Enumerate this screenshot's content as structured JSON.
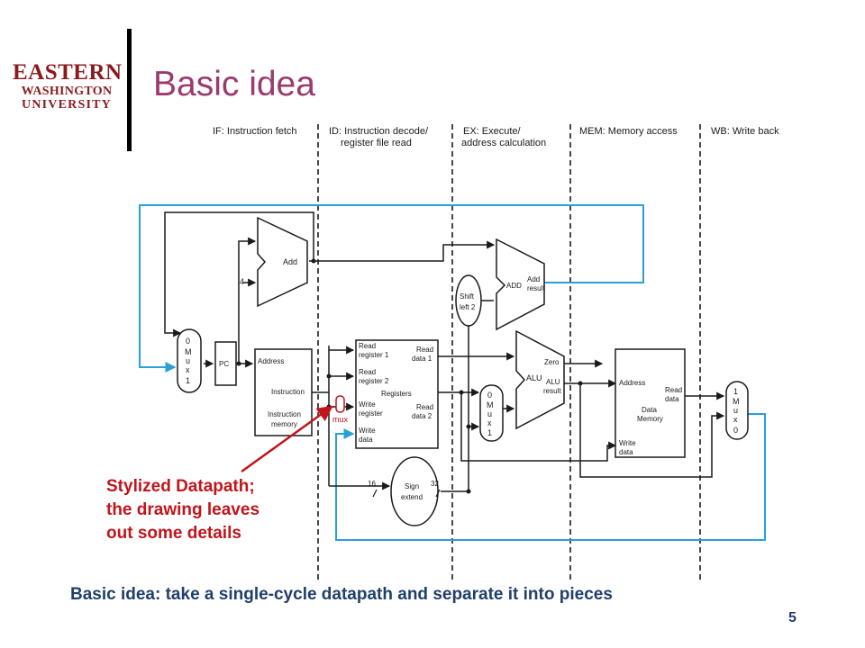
{
  "logo": {
    "line1": "EASTERN",
    "line2": "WASHINGTON",
    "line3": "UNIVERSITY"
  },
  "slide": {
    "title": "Basic idea",
    "page_number": "5"
  },
  "stages": [
    {
      "line1": "IF: Instruction fetch",
      "line2": ""
    },
    {
      "line1": "ID: Instruction decode/",
      "line2": "register file read"
    },
    {
      "line1": "EX: Execute/",
      "line2": "address calculation"
    },
    {
      "line1": "MEM: Memory access",
      "line2": ""
    },
    {
      "line1": "WB: Write back",
      "line2": ""
    }
  ],
  "blocks": {
    "pc": "PC",
    "add": "Add",
    "four": "4",
    "imem_address": "Address",
    "imem_instruction": "Instruction",
    "imem_name1": "Instruction",
    "imem_name2": "memory",
    "reg_read1a": "Read",
    "reg_read1b": "register 1",
    "reg_read2a": "Read",
    "reg_read2b": "register 2",
    "reg_writea": "Write",
    "reg_writeb": "register",
    "reg_wdataa": "Write",
    "reg_wdatab": "data",
    "reg_rdata1a": "Read",
    "reg_rdata1b": "data 1",
    "reg_rdata2a": "Read",
    "reg_rdata2b": "data 2",
    "reg_name": "Registers",
    "shift1": "Shift",
    "shift2": "left 2",
    "add2": "ADD",
    "add_result1": "Add",
    "add_result2": "result",
    "alu": "ALU",
    "zero": "Zero",
    "alu_result1": "ALU",
    "alu_result2": "result",
    "dmem_address": "Address",
    "dmem_rdata1": "Read",
    "dmem_rdata2": "data",
    "dmem_name1": "Data",
    "dmem_name2": "Memory",
    "dmem_wdata1": "Write",
    "dmem_wdata2": "data",
    "sign1": "Sign",
    "sign2": "extend",
    "bits16": "16",
    "bits32": "32",
    "small_mux": "mux",
    "mux_letters": [
      "M",
      "u",
      "x"
    ],
    "mux_pc_top": "0",
    "mux_pc_bot": "1",
    "mux_alu_top": "0",
    "mux_alu_bot": "1",
    "mux_wb_top": "1",
    "mux_wb_bot": "0"
  },
  "annotation": {
    "line1": "Stylized Datapath;",
    "line2": "the drawing leaves",
    "line3": "out some details"
  },
  "caption": "Basic idea: take a single-cycle datapath and separate it into pieces",
  "colors": {
    "title": "#9a3b6e",
    "logo": "#8b1a1f",
    "annotation": "#c0151b",
    "caption": "#1f3f6a",
    "feedback_wires": "#2a9fd8"
  }
}
